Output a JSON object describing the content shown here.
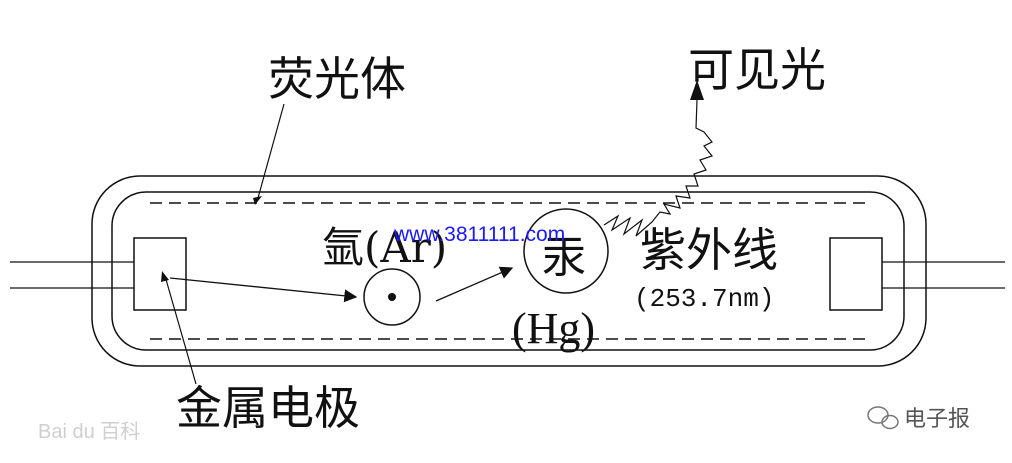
{
  "labels": {
    "phosphor": "荧光体",
    "visible_light": "可见光",
    "argon": "氩(Ar)",
    "mercury": "汞",
    "mercury_symbol": "(Hg)",
    "ultraviolet": "紫外线",
    "wavelength": "(253.7nm)",
    "metal_electrode": "金属电极"
  },
  "watermarks": {
    "site": "www.3811111.com",
    "baidu": "Bai du 百科"
  },
  "brand": {
    "name": "电子报"
  }
}
